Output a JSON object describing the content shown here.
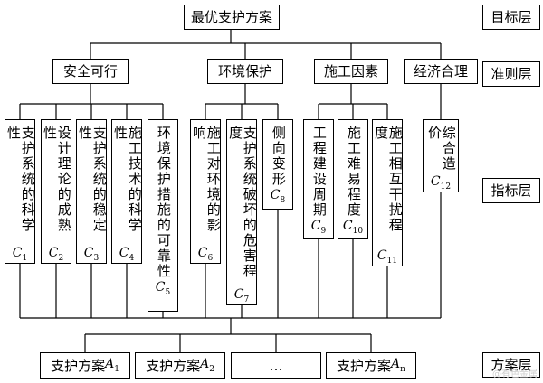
{
  "goal": {
    "label": "最优支护方案"
  },
  "layers": {
    "goal": "目标层",
    "criterion": "准则层",
    "indicator": "指标层",
    "scheme": "方案层"
  },
  "criteria": [
    "安全可行",
    "环境保护",
    "施工因素",
    "经济合理"
  ],
  "indicators": [
    {
      "text": "支护系统的科学性",
      "code": "C",
      "sub": "1"
    },
    {
      "text": "设计理论的成熟性",
      "code": "C",
      "sub": "2"
    },
    {
      "text": "支护系统的稳定性",
      "code": "C",
      "sub": "3"
    },
    {
      "text": "施工技术的科学性",
      "code": "C",
      "sub": "4"
    },
    {
      "text": "环境保护措施的可靠性",
      "code": "C",
      "sub": "5"
    },
    {
      "text": "施工对环境的影响",
      "code": "C",
      "sub": "6"
    },
    {
      "text": "支护系统破坏的危害程度",
      "code": "C",
      "sub": "7"
    },
    {
      "text": "侧向变形",
      "code": "C",
      "sub": "8"
    },
    {
      "text": "工程建设周期",
      "code": "C",
      "sub": "9"
    },
    {
      "text": "施工难易程度",
      "code": "C",
      "sub": "10"
    },
    {
      "text": "施工相互干扰程度",
      "code": "C",
      "sub": "11"
    },
    {
      "text": "综合造价",
      "code": "C",
      "sub": "12"
    }
  ],
  "schemes": [
    {
      "text": "支护方案",
      "code": "A",
      "sub": "1"
    },
    {
      "text": "支护方案",
      "code": "A",
      "sub": "2"
    },
    {
      "text": "…",
      "code": "",
      "sub": ""
    },
    {
      "text": "支护方案",
      "code": "A",
      "sub": "n"
    }
  ],
  "watermark": "@有色金属"
}
